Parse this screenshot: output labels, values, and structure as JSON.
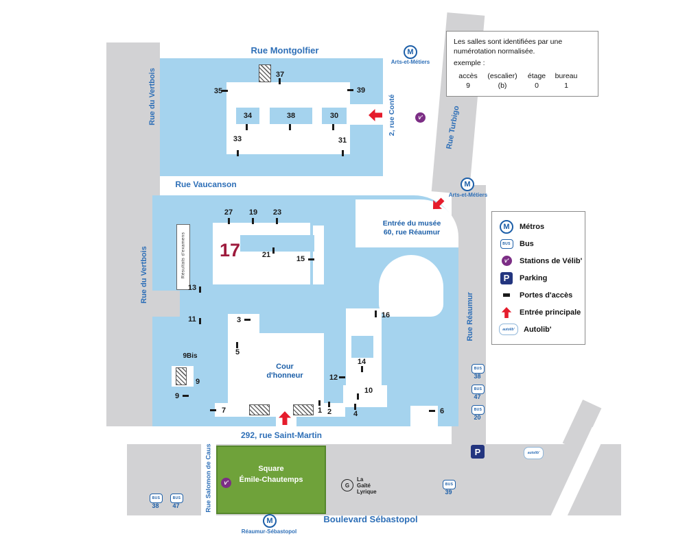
{
  "info_box": {
    "line1": "Les salles sont identifiées par une",
    "line2": "numérotation normalisée.",
    "example": "exemple :",
    "cols": [
      {
        "h": "accès",
        "v": "9"
      },
      {
        "h": "(escalier)",
        "v": "(b)"
      },
      {
        "h": "étage",
        "v": "0"
      },
      {
        "h": "bureau",
        "v": "1"
      }
    ]
  },
  "streets": {
    "montgolfier": "Rue Montgolfier",
    "vertbois_top": "Rue du Vertbois",
    "vertbois_mid": "Rue du Vertbois",
    "vaucanson": "Rue Vaucanson",
    "conte": "2, rue Conté",
    "turbigo": "Rue Turbigo",
    "reaumur": "Rue Réaumur",
    "saint_martin": "292, rue Saint-Martin",
    "salomon": "Rue Salomon de Caus",
    "sebastopol": "Boulevard Sébastopol"
  },
  "metro": {
    "letter": "M",
    "top": "Arts-et-Métiers",
    "right": "Arts-et-Métiers",
    "bottom": "Réaumur-Sébastopol"
  },
  "access": {
    "n37": "37",
    "n35": "35",
    "n39": "39",
    "n34": "34",
    "n38": "38",
    "n30": "30",
    "n33": "33",
    "n31": "31",
    "n27": "27",
    "n19": "19",
    "n23": "23",
    "n21": "21",
    "n15": "15",
    "n17": "17",
    "n13": "13",
    "n11": "11",
    "n9bis": "9Bis",
    "n9a": "9",
    "n9b": "9",
    "n3": "3",
    "n5": "5",
    "n7": "7",
    "n1": "1",
    "n2": "2",
    "n4": "4",
    "n10": "10",
    "n12": "12",
    "n14": "14",
    "n16": "16",
    "n6": "6"
  },
  "labels": {
    "cour1": "Cour",
    "cour2": "d'honneur",
    "musee1": "Entrée du musée",
    "musee2": "60, rue Réaumur",
    "resultats": "Résultats d'examens",
    "square1": "Square",
    "square2": "Émile-Chautemps",
    "gaite1": "La",
    "gaite2": "Gaîté",
    "gaite3": "Lyrique",
    "gaite_logo": "G"
  },
  "bus": {
    "icon": "BUS",
    "right": [
      "38",
      "47",
      "20"
    ],
    "left": [
      "38",
      "47"
    ],
    "gaite": "39"
  },
  "icons": {
    "parking": "P",
    "velib": "v'",
    "autolib": "autolib'"
  },
  "legend": {
    "metros": "Métros",
    "bus": "Bus",
    "velib": "Stations de Vélib'",
    "parking": "Parking",
    "portes": "Portes d'accès",
    "entree": "Entrée principale",
    "autolib": "Autolib'"
  }
}
